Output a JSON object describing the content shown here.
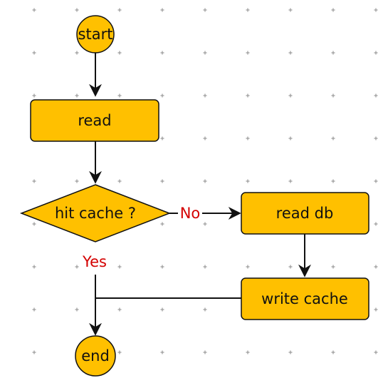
{
  "diagram": {
    "colors": {
      "node_fill": "#ffc000",
      "node_stroke": "#111111",
      "edge": "#111111",
      "label": "#d40000",
      "grid": "#999999"
    },
    "nodes": {
      "start": {
        "label": "start",
        "shape": "circle"
      },
      "read": {
        "label": "read",
        "shape": "rounded-rectangle"
      },
      "decision": {
        "label": "hit cache ?",
        "shape": "diamond"
      },
      "read_db": {
        "label": "read db",
        "shape": "rounded-rectangle"
      },
      "write_cache": {
        "label": "write cache",
        "shape": "rounded-rectangle"
      },
      "end": {
        "label": "end",
        "shape": "circle"
      }
    },
    "edges": [
      {
        "from": "start",
        "to": "read",
        "label": ""
      },
      {
        "from": "read",
        "to": "decision",
        "label": ""
      },
      {
        "from": "decision",
        "to": "read_db",
        "label": "No"
      },
      {
        "from": "read_db",
        "to": "write_cache",
        "label": ""
      },
      {
        "from": "decision",
        "to": "end",
        "label": "Yes"
      },
      {
        "from": "write_cache",
        "to": "end",
        "label": ""
      }
    ]
  }
}
